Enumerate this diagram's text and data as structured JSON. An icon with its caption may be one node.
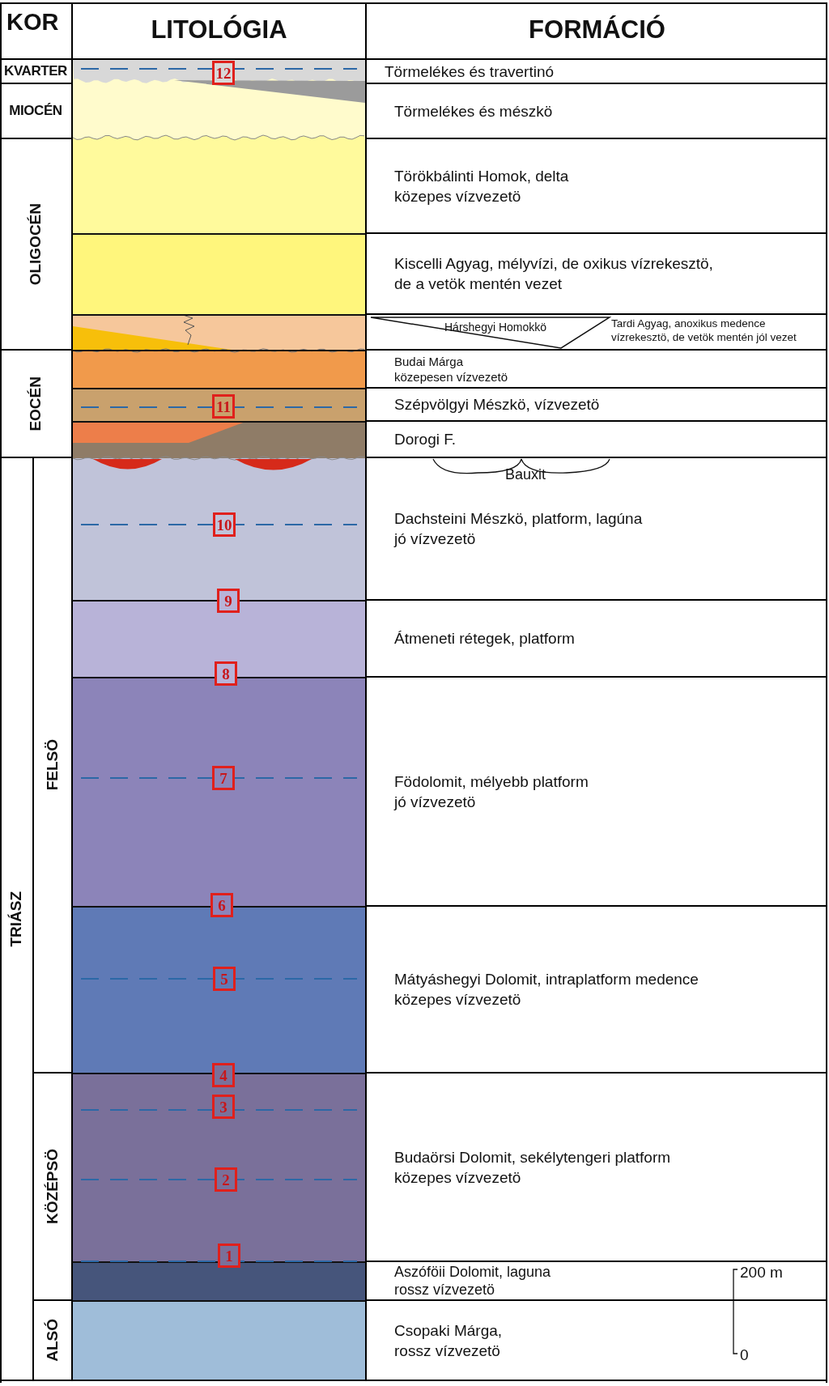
{
  "diagram": {
    "nodes": [
      {
        "text": [
          "KOR"
        ]
      },
      {
        "text": [
          "LITOLÓGIA"
        ]
      },
      {
        "text": [
          "FORMÁCIÓ"
        ]
      },
      {
        "text": [
          "KVARTER"
        ]
      },
      {
        "text": [
          "12"
        ]
      },
      {
        "text": [
          "Törmelékes és travertinó"
        ]
      },
      {
        "text": [
          "MIOCÉN"
        ]
      },
      {
        "text": [
          "Törmelékes és mészkö"
        ]
      },
      {
        "text": [
          "OLIGOCÉN"
        ]
      },
      {
        "text": [
          "Törökbálinti Homok, delta",
          "közepes vízvezetö"
        ]
      },
      {
        "text": [
          "Kiscelli Agyag, mélyvízi, de oxikus vízrekesztö, de a vetök mentén vezet"
        ]
      },
      {
        "text": [
          "Tardi Agyag, anoxikus medence vízrekesztö, de vetök mentén jól vezet"
        ]
      },
      {
        "text": [
          "Hárshegyi Homokkö"
        ],
        "in": 11
      },
      {
        "text": [
          "EOCÉN"
        ]
      },
      {
        "text": [
          "Budai Márga",
          "közepesen vízvezetö"
        ]
      },
      {
        "text": [
          "11"
        ]
      },
      {
        "text": [
          "Szépvölgyi Mészkö, vízvezetö"
        ]
      },
      {
        "text": [
          "Dorogi F."
        ]
      },
      {
        "text": [
          "TRIÁSZ"
        ]
      },
      {
        "text": [
          "FELSÖ"
        ]
      },
      {
        "text": [
          "10"
        ]
      },
      {
        "text": [
          "Dachsteini Mészkö, platform, lagúna",
          "jó vízvezetö"
        ]
      },
      {
        "text": [
          "9"
        ]
      },
      {
        "text": [
          "8"
        ]
      },
      {
        "text": [
          "Átmeneti rétegek, platform"
        ]
      },
      {
        "text": [
          "7"
        ]
      },
      {
        "text": [
          "Födolomit, mélyebb platform",
          "jó vízvezetö"
        ]
      },
      {
        "text": [
          "6"
        ]
      },
      {
        "text": [
          "5"
        ]
      },
      {
        "text": [
          "Mátyáshegyi Dolomit, intraplatform medence",
          "közepes vízvezetö"
        ]
      },
      {
        "text": [
          "4"
        ]
      },
      {
        "text": [
          "KÖZÉPSÖ"
        ]
      },
      {
        "text": [
          "3"
        ]
      },
      {
        "text": [
          "2"
        ]
      },
      {
        "text": [
          "Budaörsi Dolomit, sekélytengeri platform",
          "közepes vízvezetö"
        ]
      },
      {
        "text": [
          "1"
        ]
      },
      {
        "text": [
          "Aszóföii Dolomit, laguna",
          "rossz vízvezetö"
        ]
      },
      {
        "text": [
          "ALSÓ"
        ]
      },
      {
        "text": [
          "Csopaki Márga,",
          "rossz vízvezetö"
        ]
      }
    ],
    "labels": [
      "Bauxit",
      "200 m",
      "0"
    ]
  }
}
